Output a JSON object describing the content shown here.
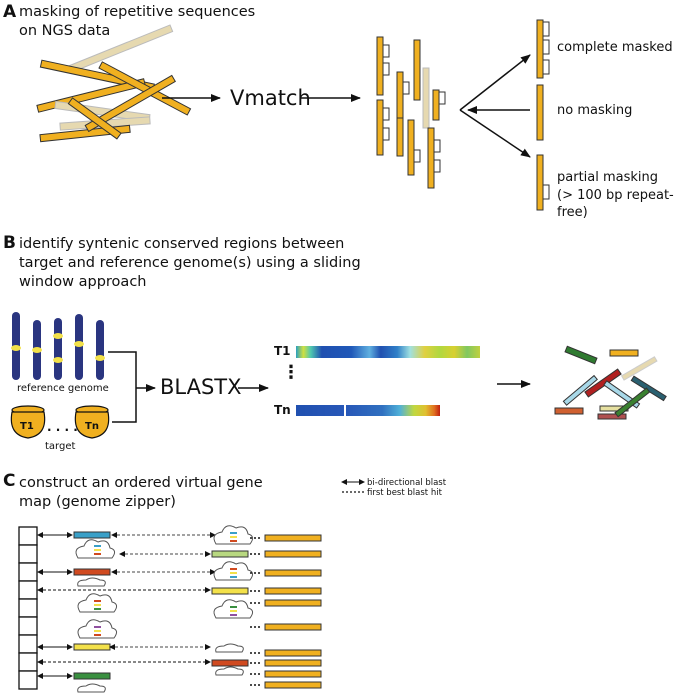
{
  "panel_a": {
    "label": "A",
    "title_line1": "masking of repetitive sequences",
    "title_line2": "on NGS data",
    "tool": "Vmatch",
    "outcome_complete": "complete masked",
    "outcome_none": "no masking",
    "outcome_partial_line1": "partial masking",
    "outcome_partial_line2": "(> 100 bp repeat-free)"
  },
  "panel_b": {
    "label": "B",
    "title_line1": "identify syntenic conserved regions between",
    "title_line2": "target and reference genome(s) using a sliding",
    "title_line3": "window approach",
    "reference_label": "reference genome",
    "target_label": "target",
    "pot1_label": "T1",
    "pot2_label": "Tn",
    "dots": ". . . .",
    "tool": "BLASTX",
    "heat_label1": "T1",
    "heat_label2": "Tn",
    "vdots": "⋮"
  },
  "panel_c": {
    "label": "C",
    "title_line1": "construct an ordered virtual gene",
    "title_line2": "map (genome zipper)",
    "legend_bidirectional": "bi-directional blast",
    "legend_firstbest": "first best blast hit"
  },
  "colors": {
    "orange": "#f0b020",
    "pale": "#e6d9b0",
    "navy": "#2a3580",
    "yellow_band": "#f3e14a"
  }
}
